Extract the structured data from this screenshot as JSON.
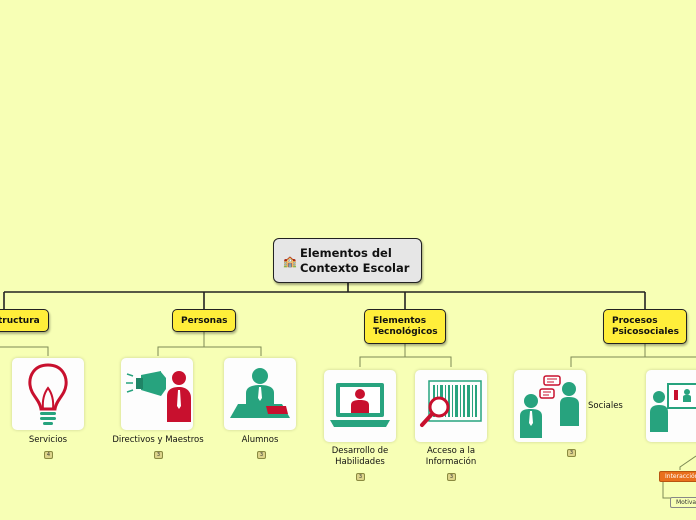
{
  "root": {
    "title": "Elementos del Contexto Escolar",
    "title_line1": "Elementos del",
    "title_line2": "Contexto Escolar",
    "icon": "school-emoji"
  },
  "topics": {
    "estructura": "tructura",
    "personas": "Personas",
    "tecnologicos_1": "Elementos",
    "tecnologicos_2": "Tecnológicos",
    "psico_1": "Procesos",
    "psico_2": "Psicosociales"
  },
  "nodes": {
    "servicios": {
      "label": "Servicios",
      "count": "4",
      "icon": "lightbulb-icon"
    },
    "directivos": {
      "label": "Directivos y Maestros",
      "count": "3",
      "icon": "megaphone-person-icon"
    },
    "alumnos": {
      "label": "Alumnos",
      "count": "3",
      "icon": "student-desk-icon"
    },
    "desarrollo": {
      "label_1": "Desarrollo de",
      "label_2": "Habilidades",
      "count": "3",
      "icon": "laptop-person-icon"
    },
    "acceso": {
      "label_1": "Acceso a la",
      "label_2": "Información",
      "count": "3",
      "icon": "barcode-magnifier-icon"
    },
    "sociales": {
      "label": "Sociales",
      "count": "3",
      "icon": "chat-people-icon"
    },
    "presentation": {
      "icon": "presentation-people-icon"
    },
    "interaccion": {
      "label": "Interacción"
    },
    "motivacion": {
      "label": "Motivac"
    }
  },
  "colors": {
    "background": "#f7ffb5",
    "topic": "#ffee3a",
    "accent_red": "#c8102e",
    "accent_teal": "#27a37e"
  }
}
